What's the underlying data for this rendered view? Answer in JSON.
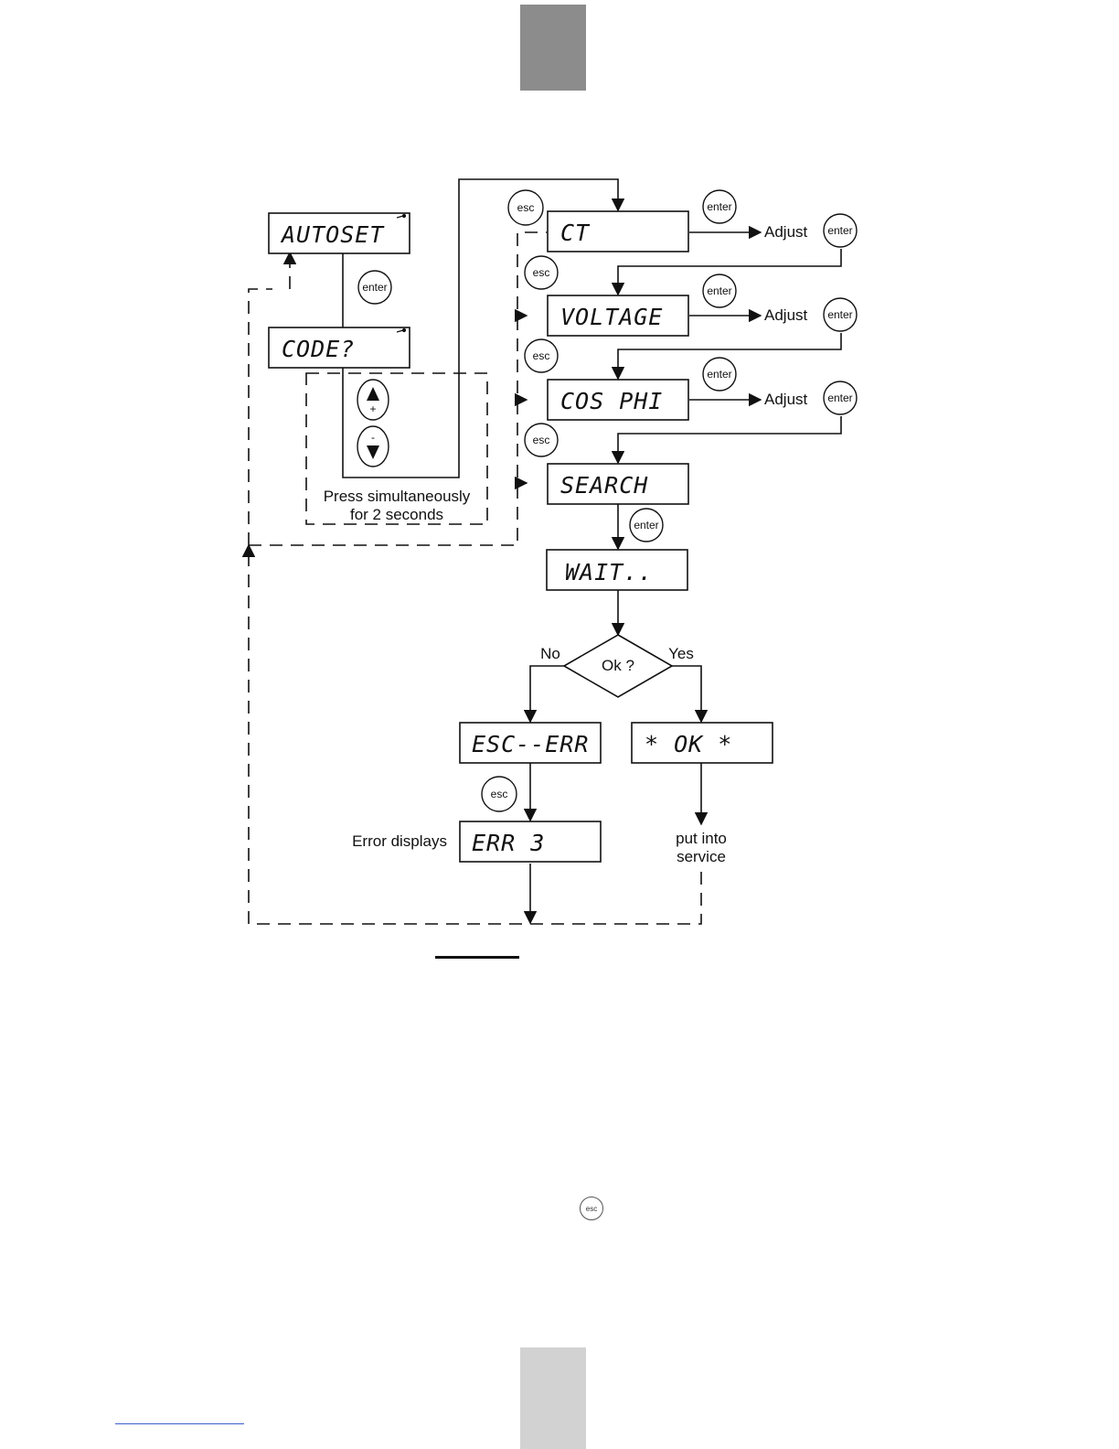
{
  "displays": {
    "autoset": "AUTOSET",
    "code": "CODE?",
    "ct": "CT",
    "voltage": "VOLTAGE",
    "cosphi": "COS PHI",
    "search": "SEARCH",
    "wait": "WAIT..",
    "esc_err": "ESC--ERR",
    "ok": "* OK *",
    "err3": "ERR 3"
  },
  "buttons": {
    "enter": "enter",
    "esc": "esc",
    "plus": "+",
    "minus": "-"
  },
  "labels": {
    "adjust": "Adjust",
    "press_line1": "Press simultaneously",
    "press_line2": "for 2 seconds",
    "decision": "Ok ?",
    "no": "No",
    "yes": "Yes",
    "error_displays": "Error displays",
    "service_line1": "put into",
    "service_line2": "service"
  }
}
